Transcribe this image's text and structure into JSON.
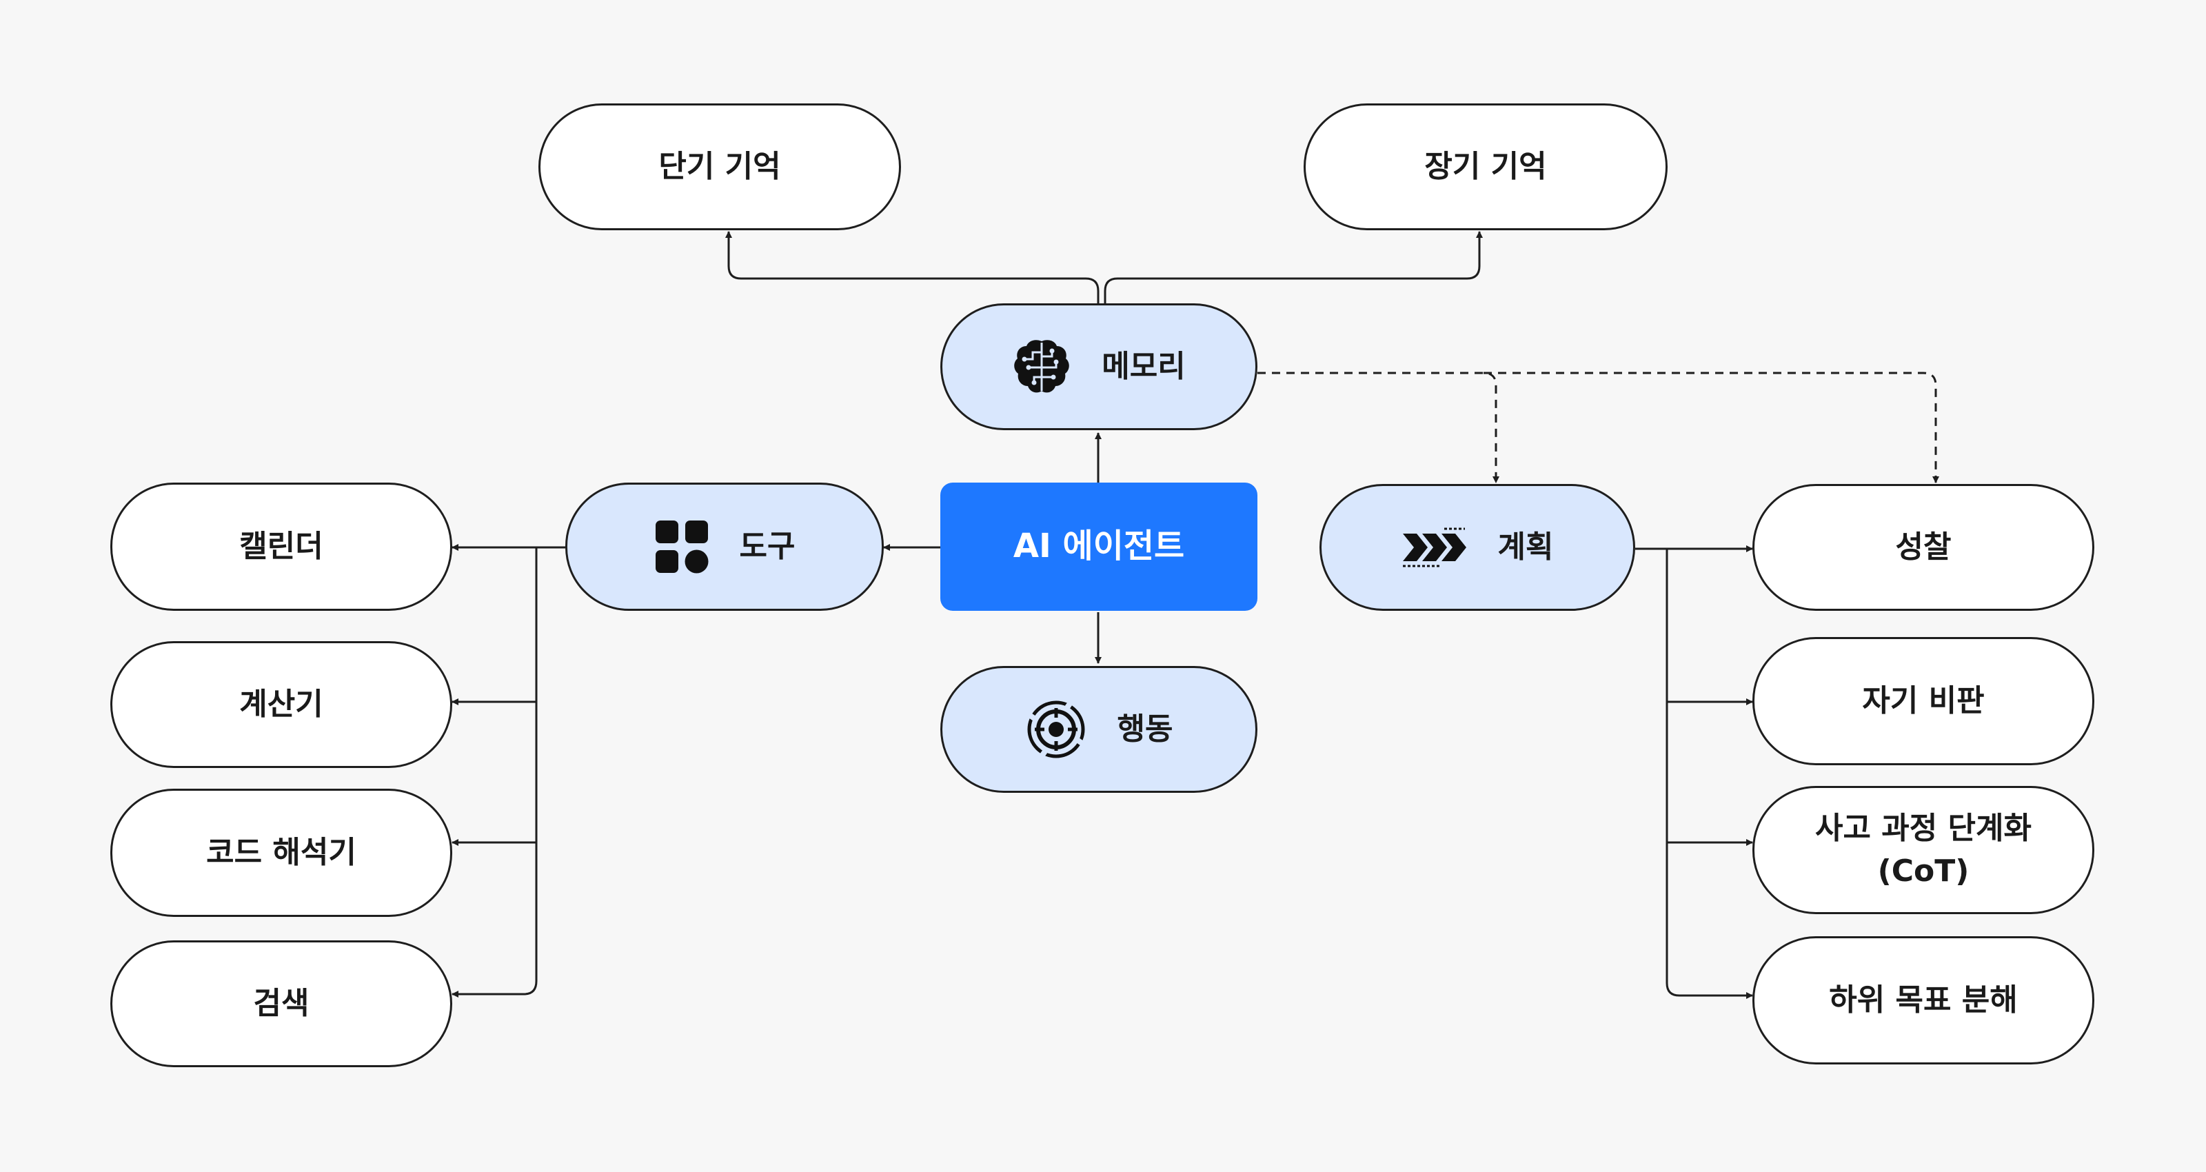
{
  "center": {
    "label": "AI 에이전트"
  },
  "categories": {
    "memory": {
      "label": "메모리",
      "icon": "brain-circuit-icon"
    },
    "tools": {
      "label": "도구",
      "icon": "four-blocks-icon"
    },
    "planning": {
      "label": "계획",
      "icon": "chevrons-right-icon"
    },
    "action": {
      "label": "행동",
      "icon": "target-icon"
    }
  },
  "memory_items": [
    "단기 기억",
    "장기 기억"
  ],
  "tool_items": [
    "캘린더",
    "계산기",
    "코드 해석기",
    "검색"
  ],
  "planning_items": [
    "성찰",
    "자기 비판",
    "사고 과정 단계화 (CoT)",
    "하위 목표 분해"
  ],
  "colors": {
    "background": "#f7f7f7",
    "accent": "#1e78ff",
    "category_fill": "#d9e7fd",
    "stroke": "#1e1e1e"
  }
}
